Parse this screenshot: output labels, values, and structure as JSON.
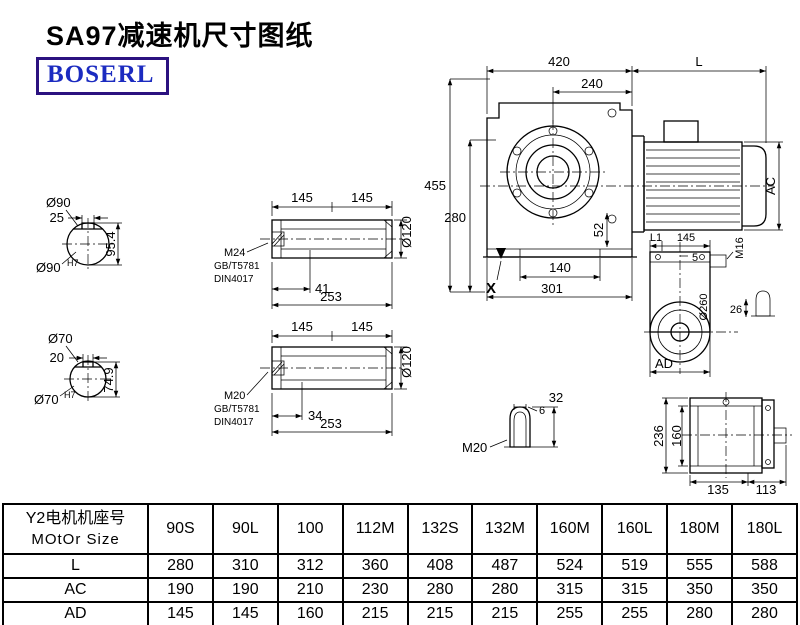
{
  "page": {
    "title": "SA97减速机尺寸图纸",
    "logo_text": "BOSERL",
    "colors": {
      "logo_border": "#2b1280",
      "logo_text": "#1b2bc0",
      "line": "#000000"
    }
  },
  "main_view": {
    "width_total": "420",
    "motor_length": "L",
    "width_inner": "240",
    "height_total": "455",
    "height_axis": "280",
    "motor_height": "AC",
    "flange_offset": "52",
    "foot_width": "140",
    "base_width": "301",
    "section_label": "X"
  },
  "shaft_end_large": {
    "shaft_dia": "Ø90",
    "key_width": "25",
    "key_height": "95.4",
    "bore_dia": "Ø90",
    "bore_fit": "H7"
  },
  "shaft_end_small": {
    "shaft_dia": "Ø70",
    "key_width": "20",
    "key_height": "74.9",
    "bore_dia": "Ø70",
    "bore_fit": "H7"
  },
  "hollow_shaft_top": {
    "seg_left": "145",
    "seg_right": "145",
    "outer_dia": "Ø120",
    "thread": "M24",
    "std_gb": "GB/T5781",
    "std_din": "DIN4017",
    "thread_depth": "41",
    "total_length": "253"
  },
  "hollow_shaft_bottom": {
    "seg_left": "145",
    "seg_right": "145",
    "outer_dia": "Ø120",
    "thread": "M20",
    "std_gb": "GB/T5781",
    "std_din": "DIN4017",
    "thread_depth": "34",
    "total_length": "253"
  },
  "output_side_view": {
    "dim_l1": "L1",
    "dim_145": "145",
    "dim_5": "5",
    "thread": "M16",
    "flange_dia": "Ø260",
    "key_dim": "26",
    "width_label": "AD"
  },
  "key_detail": {
    "key_width": "6",
    "key_length": "32",
    "thread": "M20"
  },
  "rear_view": {
    "height_total": "236",
    "height_inner": "160",
    "width_left": "135",
    "width_right": "113"
  },
  "table": {
    "header_line1": "Y2电机机座号",
    "header_line2": "MOtOr Size",
    "sizes": [
      "90S",
      "90L",
      "100",
      "112M",
      "132S",
      "132M",
      "160M",
      "160L",
      "180M",
      "180L"
    ],
    "rows": [
      {
        "label": "L",
        "values": [
          "280",
          "310",
          "312",
          "360",
          "408",
          "487",
          "524",
          "519",
          "555",
          "588"
        ]
      },
      {
        "label": "AC",
        "values": [
          "190",
          "190",
          "210",
          "230",
          "280",
          "280",
          "315",
          "315",
          "350",
          "350"
        ]
      },
      {
        "label": "AD",
        "values": [
          "145",
          "145",
          "160",
          "215",
          "215",
          "215",
          "255",
          "255",
          "280",
          "280"
        ]
      }
    ]
  }
}
